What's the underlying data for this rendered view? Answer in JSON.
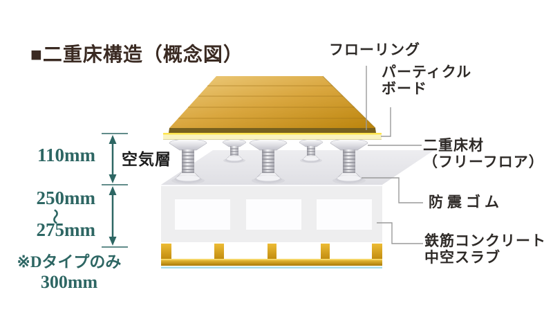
{
  "title": "■二重床構造（概念図）",
  "diagram": {
    "right_labels": {
      "flooring": "フローリング",
      "particle_board_line1": "パーティクル",
      "particle_board_line2": "ボード",
      "double_floor_line1": "二重床材",
      "double_floor_line2": "（フリーフロア）",
      "rubber": "防震ゴム",
      "slab_line1": "鉄筋コンクリート",
      "slab_line2": "中空スラブ"
    },
    "left_labels": {
      "air_gap_size": "110mm",
      "air_gap_name": "空気層",
      "slab_min": "250mm",
      "range_mark": "〜",
      "slab_max": "275mm",
      "note_line1": "※Dタイプのみ",
      "note_line2": "300mm"
    },
    "colors": {
      "teal_accent": "#2d6663",
      "wood_light": "#edc977",
      "wood_dark": "#bd860d",
      "particle_board": "#f9f3c1",
      "concrete": "#e8e8ea",
      "ceiling_gold": "#d9a421",
      "cyan_accent": "#a7dcec",
      "connector_gray": "#9a9a9a"
    }
  }
}
